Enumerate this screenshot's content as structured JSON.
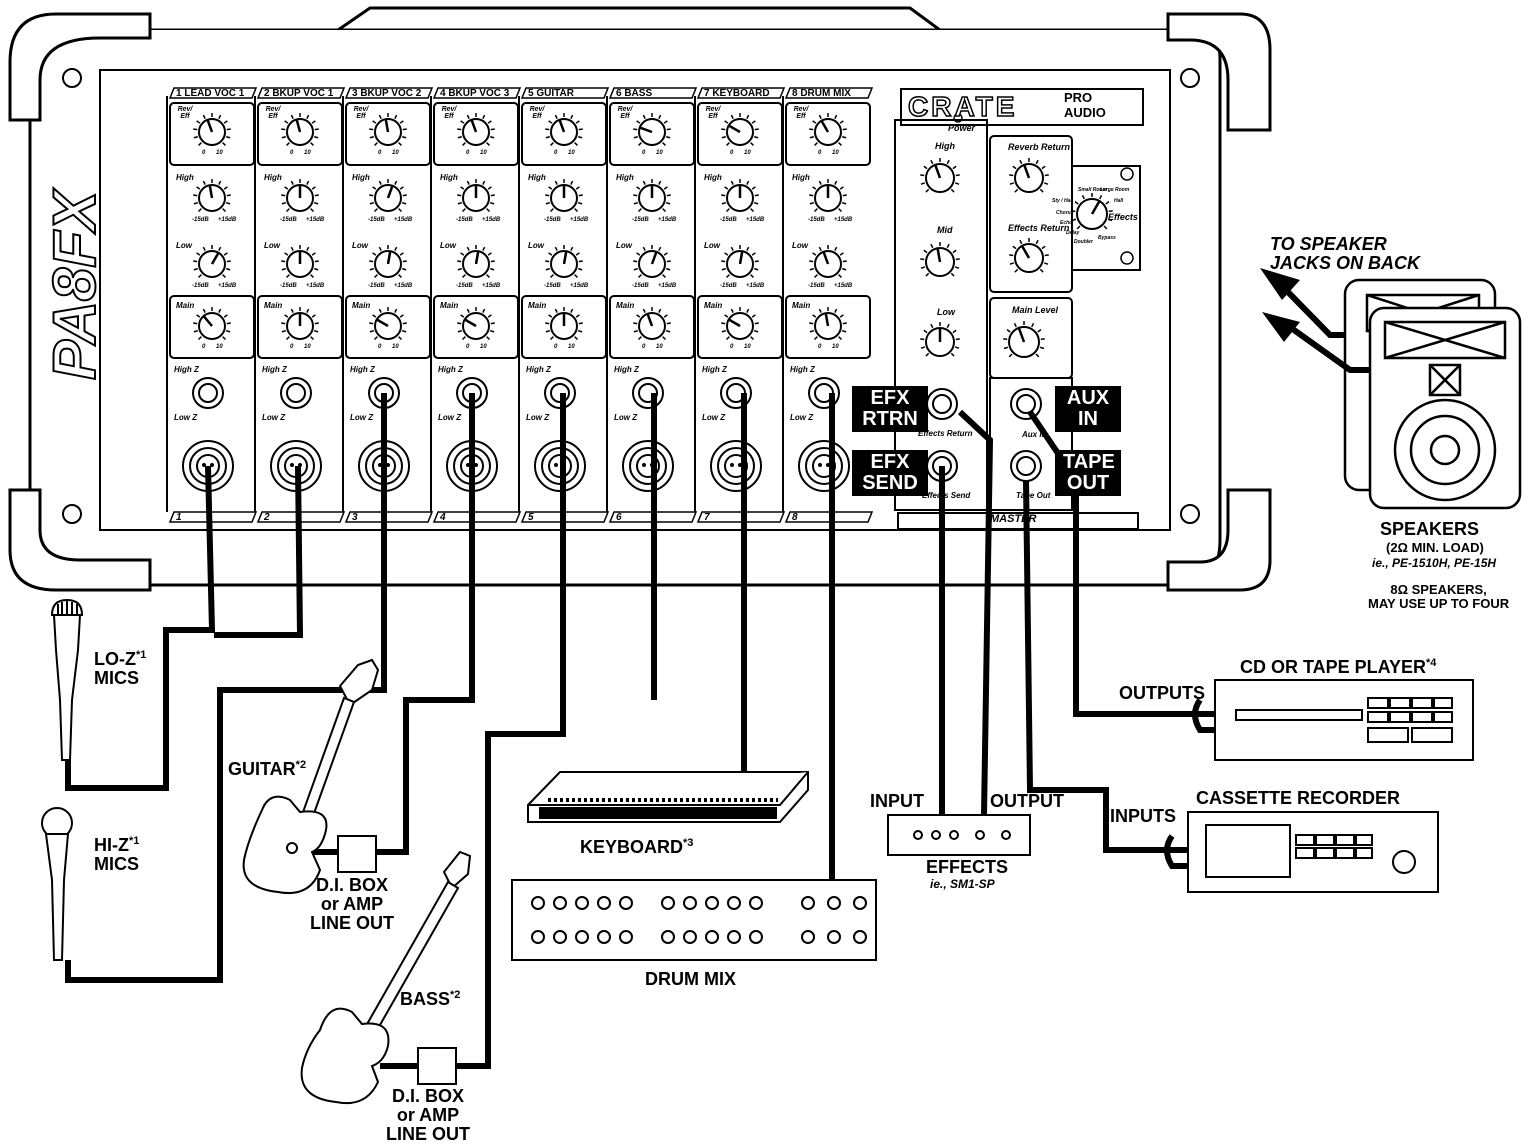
{
  "mixer": {
    "model_logo": "PA8FX",
    "brand": "CRATE",
    "brand_sub_1": "PRO",
    "brand_sub_2": "AUDIO",
    "power_label": "Power",
    "master_label": "MASTER",
    "channels": [
      {
        "num": "1",
        "name": "LEAD VOC 1"
      },
      {
        "num": "2",
        "name": "BKUP VOC 1"
      },
      {
        "num": "3",
        "name": "BKUP VOC 2"
      },
      {
        "num": "4",
        "name": "BKUP VOC 3"
      },
      {
        "num": "5",
        "name": "GUITAR"
      },
      {
        "num": "6",
        "name": "BASS"
      },
      {
        "num": "7",
        "name": "KEYBOARD"
      },
      {
        "num": "8",
        "name": "DRUM MIX"
      }
    ],
    "knob_labels": {
      "rev": "Rev/ Eff",
      "high": "High",
      "low": "Low",
      "main": "Main",
      "high_z": "High Z",
      "low_z": "Low Z",
      "zero": "0",
      "ten": "10",
      "neg15": "-15dB",
      "pos15": "+15dB"
    },
    "master_eq": {
      "high": "High",
      "mid": "Mid",
      "low": "Low"
    },
    "reverb_return": "Reverb Return",
    "effects_return_knob": "Effects Return",
    "effects_selector": "Effects",
    "effects_positions": [
      "Small Room",
      "Large Room",
      "Hall",
      "Bypass",
      "Doubler",
      "Delay",
      "Echo",
      "Chorus",
      "Sty / Hall"
    ],
    "main_level": "Main Level",
    "jacks": {
      "effects_return": "Effects Return",
      "effects_send": "Effects Send",
      "aux_in": "Aux In",
      "tape_out": "Tape Out"
    }
  },
  "tags": {
    "efx_rtrn": [
      "EFX",
      "RTRN"
    ],
    "efx_send": [
      "EFX",
      "SEND"
    ],
    "aux_in": [
      "AUX",
      "IN"
    ],
    "tape_out": [
      "TAPE",
      "OUT"
    ]
  },
  "labels": {
    "to_speaker_1": "TO SPEAKER",
    "to_speaker_2": "JACKS ON BACK",
    "speakers": "SPEAKERS",
    "speakers_load": "(2Ω MIN. LOAD)",
    "speakers_models": "ie., PE-1510H, PE-15H",
    "speakers_note_1": "8Ω SPEAKERS,",
    "speakers_note_2": "MAY USE UP TO FOUR",
    "cd_player": "CD OR TAPE PLAYER",
    "cd_sup": "*4",
    "outputs": "OUTPUTS",
    "inputs": "INPUTS",
    "cassette": "CASSETTE RECORDER",
    "input": "INPUT",
    "output": "OUTPUT",
    "effects": "EFFECTS",
    "effects_model": "ie., SM1-SP",
    "keyboard": "KEYBOARD",
    "keyboard_sup": "*3",
    "drum_mix": "DRUM MIX",
    "lo_z_1": "LO-Z",
    "lo_z_sup": "*1",
    "lo_z_2": "MICS",
    "hi_z_1": "HI-Z",
    "hi_z_sup": "*1",
    "hi_z_2": "MICS",
    "guitar": "GUITAR",
    "guitar_sup": "*2",
    "bass": "BASS",
    "bass_sup": "*2",
    "di_box_1": "D.I. BOX",
    "di_box_2": "or AMP",
    "di_box_3": "LINE OUT"
  }
}
